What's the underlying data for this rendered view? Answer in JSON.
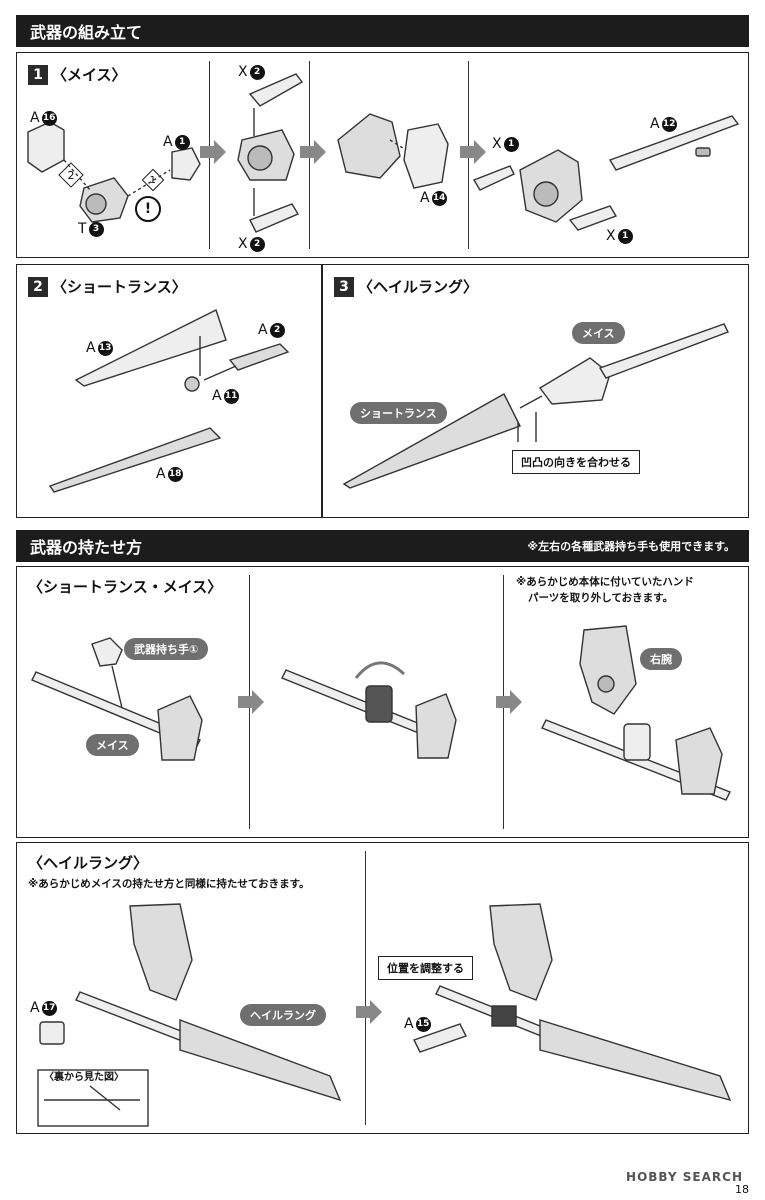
{
  "section1": {
    "title": "武器の組み立て"
  },
  "step1": {
    "num": "1",
    "title": "〈メイス〉",
    "labels": {
      "a16": "A",
      "a16n": "16",
      "a1": "A",
      "a1n": "1",
      "t3": "T",
      "t3n": "3",
      "s2": "2",
      "s1": "1",
      "x2top": "X",
      "x2topn": "2",
      "x2bot": "X",
      "x2botn": "2",
      "a14": "A",
      "a14n": "14",
      "x1a": "X",
      "x1an": "1",
      "a12": "A",
      "a12n": "12",
      "x1b": "X",
      "x1bn": "1",
      "caution": "!"
    }
  },
  "step2": {
    "num": "2",
    "title": "〈ショートランス〉",
    "labels": {
      "a13": "A",
      "a13n": "13",
      "a2": "A",
      "a2n": "2",
      "a11": "A",
      "a11n": "11",
      "a18": "A",
      "a18n": "18"
    }
  },
  "step3": {
    "num": "3",
    "title": "〈ヘイルラング〉",
    "mace_label": "メイス",
    "lance_label": "ショートランス",
    "align_note": "凹凸の向きを合わせる"
  },
  "section2": {
    "title": "武器の持たせ方",
    "note": "※左右の各種武器持ち手も使用できます。"
  },
  "hold1": {
    "title": "〈ショートランス・メイス〉",
    "hand_label": "武器持ち手①",
    "mace_label": "メイス",
    "note_line1": "※あらかじめ本体に付いていたハンド",
    "note_line2": "パーツを取り外しておきます。",
    "right_arm_label": "右腕"
  },
  "hold2": {
    "title": "〈ヘイルラング〉",
    "note": "※あらかじめメイスの持たせ方と同様に持たせておきます。",
    "a17": "A",
    "a17n": "17",
    "rear_view": "〈裏から見た図〉",
    "hail_label": "ヘイルラング",
    "adjust_label": "位置を調整する",
    "a15": "A",
    "a15n": "15"
  },
  "page": {
    "number": "18",
    "watermark": "HOBBY SEARCH"
  }
}
